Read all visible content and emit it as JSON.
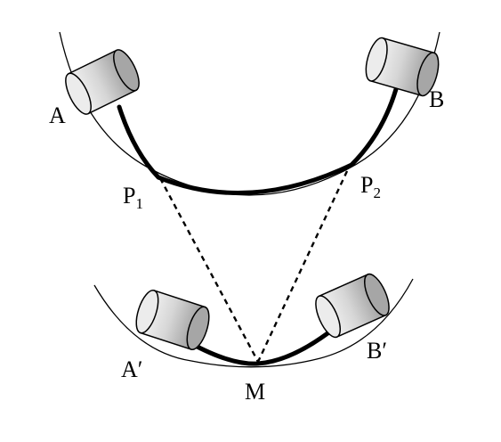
{
  "labels": {
    "a": "A",
    "b": "B",
    "p1_main": "P",
    "p1_sub": "1",
    "p2_main": "P",
    "p2_sub": "2",
    "a_prime": "A′",
    "b_prime": "B′",
    "m": "M"
  },
  "colors": {
    "ink": "#000000",
    "cylinder_body": "#d9d9d9",
    "cylinder_light": "#f4f4f4",
    "cylinder_dark": "#9a9a9a",
    "background": "#ffffff"
  }
}
